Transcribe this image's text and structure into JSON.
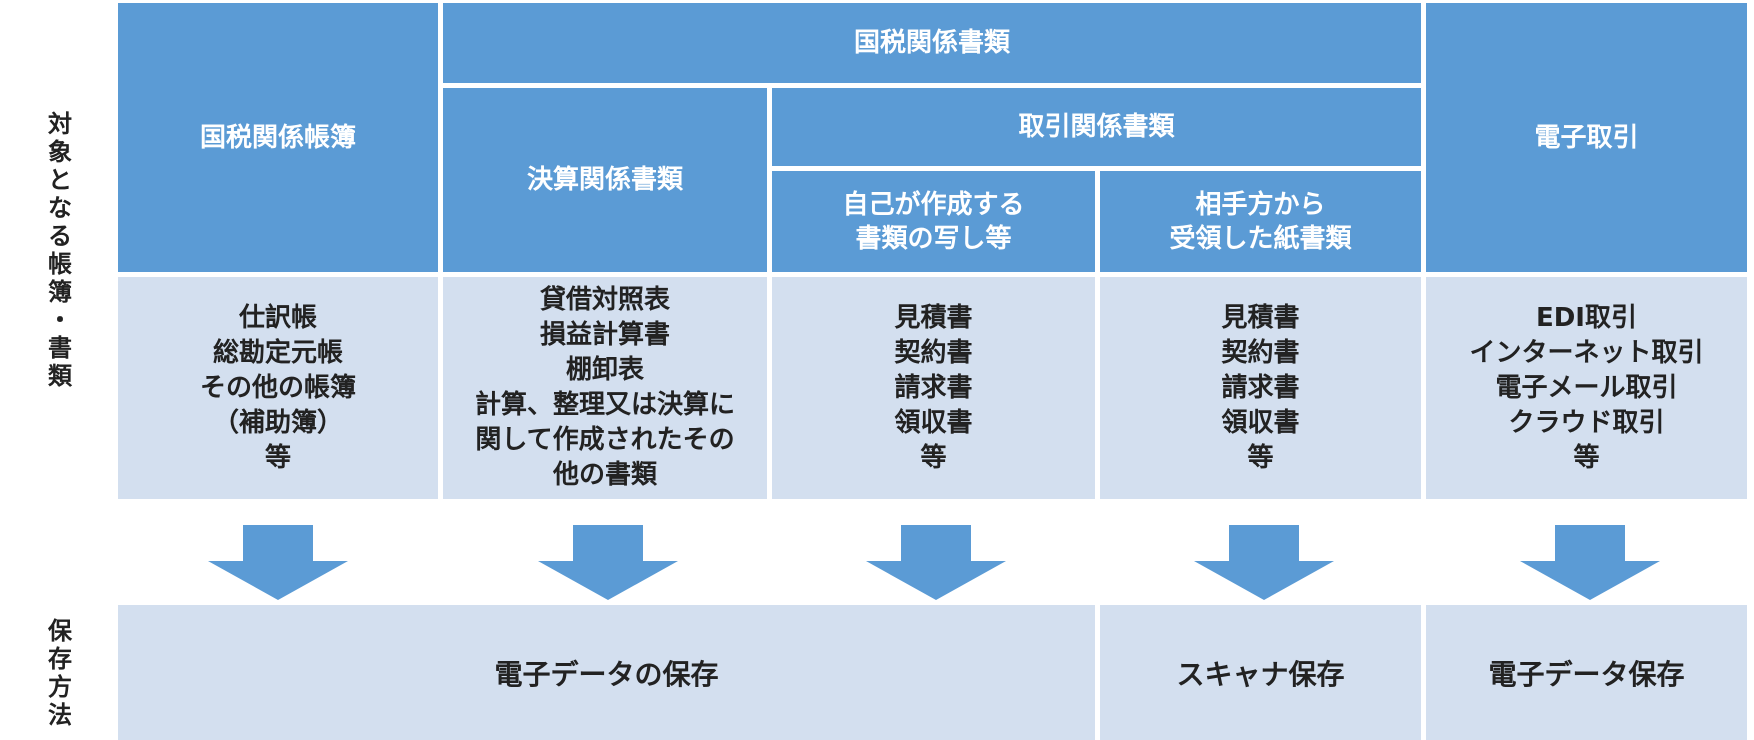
{
  "side_labels": {
    "targets": "対象となる帳簿・書類",
    "method": "保存方法"
  },
  "header": {
    "national_tax_books": "国税関係帳簿",
    "national_tax_documents": "国税関係書類",
    "settlement_documents": "決算関係書類",
    "transaction_documents": "取引関係書類",
    "self_created": "自己が作成する\n書類の写し等",
    "received_paper": "相手方から\n受領した紙書類",
    "electronic_transaction": "電子取引"
  },
  "body": {
    "col1": "仕訳帳\n総勘定元帳\nその他の帳簿\n（補助簿）\n等",
    "col2": "貸借対照表\n損益計算書\n棚卸表\n計算、整理又は決算に\n関して作成されたその\n他の書類",
    "col3": "見積書\n契約書\n請求書\n領収書\n等",
    "col4": "見積書\n契約書\n請求書\n領収書\n等",
    "col5": "EDI取引\nインターネット取引\n電子メール取引\nクラウド取引\n等"
  },
  "storage": {
    "electronic_data": "電子データの保存",
    "scanner": "スキャナ保存",
    "electronic_data_short": "電子データ保存"
  },
  "colors": {
    "header_blue": "#5b9bd5",
    "body_light": "#d3dfef",
    "arrow_blue": "#5b9bd5"
  }
}
